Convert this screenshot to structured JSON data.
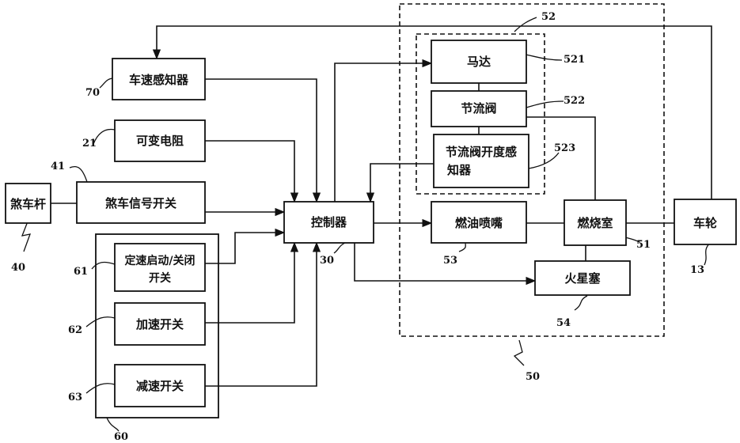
{
  "blocks": {
    "brake_lever": "煞车杆",
    "brake_signal_switch": "煞车信号开关",
    "speed_sensor": "车速感知器",
    "variable_resistor": "可变电阻",
    "cruise_switch_line1": "定速启动/关闭",
    "cruise_switch_line2": "开关",
    "accel_switch": "加速开关",
    "decel_switch": "减速开关",
    "controller": "控制器",
    "motor": "马达",
    "throttle_valve": "节流阀",
    "throttle_sensor_line1": "节流阀开度感",
    "throttle_sensor_line2": "知器",
    "fuel_injector": "燃油喷嘴",
    "combustion_chamber": "燃烧室",
    "spark_plug": "火星塞",
    "wheel": "车轮"
  },
  "refs": {
    "brake_lever": "40",
    "brake_signal_switch": "41",
    "speed_sensor": "70",
    "variable_resistor": "21",
    "cruise_switch": "61",
    "accel_switch": "62",
    "decel_switch": "63",
    "switch_group": "60",
    "controller": "30",
    "motor": "521",
    "throttle_valve": "522",
    "throttle_sensor": "523",
    "throttle_group": "52",
    "fuel_injector": "53",
    "combustion_chamber": "51",
    "spark_plug": "54",
    "engine_group": "50",
    "wheel": "13"
  }
}
